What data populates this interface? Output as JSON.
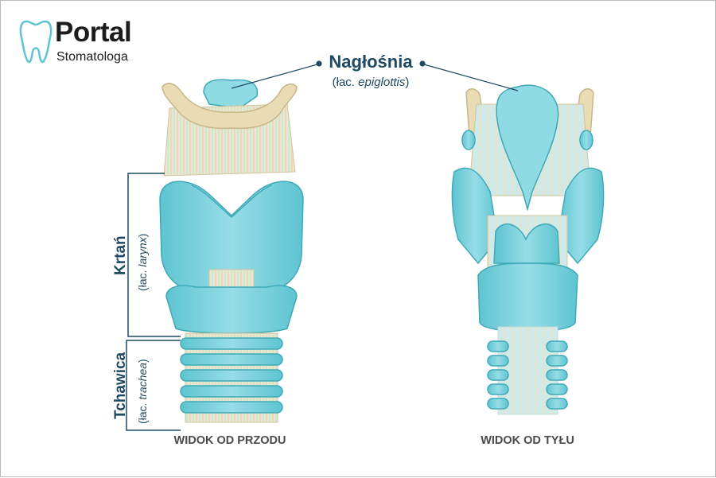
{
  "logo": {
    "title": "Portal",
    "subtitle": "Stomatologa"
  },
  "callout": {
    "term": "Nagłośnia",
    "latin_prefix": "(łac. ",
    "latin_term": "epiglottis",
    "latin_suffix": ")"
  },
  "labels": {
    "larynx": {
      "term": "Krtań",
      "latin_prefix": "(łac. ",
      "latin_term": "larynx",
      "latin_suffix": ")"
    },
    "trachea": {
      "term": "Tchawica",
      "latin_prefix": "(łac. ",
      "latin_term": "trachea",
      "latin_suffix": ")"
    }
  },
  "captions": {
    "front": "WIDOK OD PRZODU",
    "back": "WIDOK OD TYŁU"
  },
  "colors": {
    "cartilage": "#7fd3de",
    "cartilage_dark": "#3fa9b8",
    "ligament": "#e9dfbd",
    "bone": "#e6d7ae",
    "label": "#1f4a63",
    "caption": "#4a4a4a"
  }
}
